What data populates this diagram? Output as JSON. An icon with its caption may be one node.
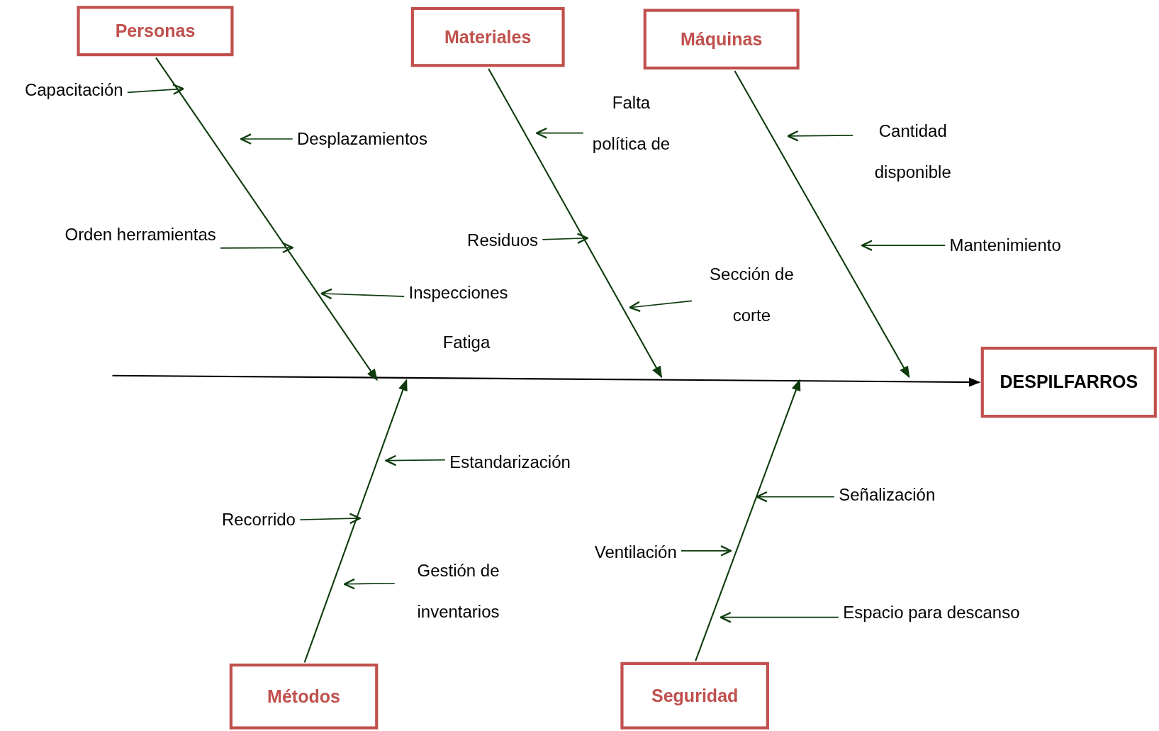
{
  "diagram": {
    "nodes": [
      {
        "text": [
          "Personas"
        ]
      },
      {
        "text": [
          "Materiales"
        ]
      },
      {
        "text": [
          "Máquinas"
        ]
      },
      {
        "text": [
          "Capacitación"
        ]
      },
      {
        "text": [
          "Falta política de"
        ]
      },
      {
        "text": [
          "Desplazamientos"
        ]
      },
      {
        "text": [
          "Cantidad disponible"
        ]
      },
      {
        "text": [
          "Orden herramientas"
        ]
      },
      {
        "text": [
          "Residuos"
        ]
      },
      {
        "text": [
          "Mantenimiento"
        ]
      },
      {
        "text": [
          "Sección de corte"
        ]
      },
      {
        "text": [
          "Inspecciones"
        ]
      },
      {
        "text": [
          "DESPILFARROS"
        ]
      },
      {
        "text": [
          "Estandarización"
        ]
      },
      {
        "text": [
          "Señalización"
        ]
      },
      {
        "text": [
          "Recorrido"
        ]
      },
      {
        "text": [
          "Ventilación"
        ]
      },
      {
        "text": [
          "Gestión de inventarios"
        ]
      },
      {
        "text": [
          "Espacio para descanso"
        ]
      },
      {
        "text": [
          "Métodos"
        ]
      },
      {
        "text": [
          "Seguridad"
        ]
      }
    ],
    "edges": [
      {
        "from": null,
        "to": 12,
        "arrow": "to",
        "color": "#000000"
      },
      {
        "from": 0,
        "to": null,
        "arrow": "to"
      },
      {
        "from": 1,
        "to": null,
        "arrow": "to"
      },
      {
        "from": 2,
        "to": null,
        "arrow": "to"
      },
      {
        "from": 19,
        "to": null,
        "arrow": "to"
      },
      {
        "from": 20,
        "to": null,
        "arrow": "to"
      },
      {
        "from": 3,
        "to": null,
        "arrow": "to"
      },
      {
        "from": 5,
        "to": null,
        "arrow": "to"
      },
      {
        "from": 7,
        "to": null,
        "arrow": "to"
      },
      {
        "from": 11,
        "to": null,
        "arrow": "to"
      },
      {
        "from": 4,
        "to": null,
        "arrow": "to"
      },
      {
        "from": 8,
        "to": null,
        "arrow": "to"
      },
      {
        "from": 10,
        "to": null,
        "arrow": "to"
      },
      {
        "from": 6,
        "to": null,
        "arrow": "to"
      },
      {
        "from": 9,
        "to": null,
        "arrow": "to"
      },
      {
        "from": 13,
        "to": null,
        "arrow": "to"
      },
      {
        "from": 15,
        "to": null,
        "arrow": "to"
      },
      {
        "from": 17,
        "to": null,
        "arrow": "to"
      },
      {
        "from": 14,
        "to": null,
        "arrow": "to"
      },
      {
        "from": 16,
        "to": null,
        "arrow": "to"
      },
      {
        "from": 18,
        "to": null,
        "arrow": "to"
      }
    ],
    "labels": [
      "Fatiga"
    ]
  }
}
